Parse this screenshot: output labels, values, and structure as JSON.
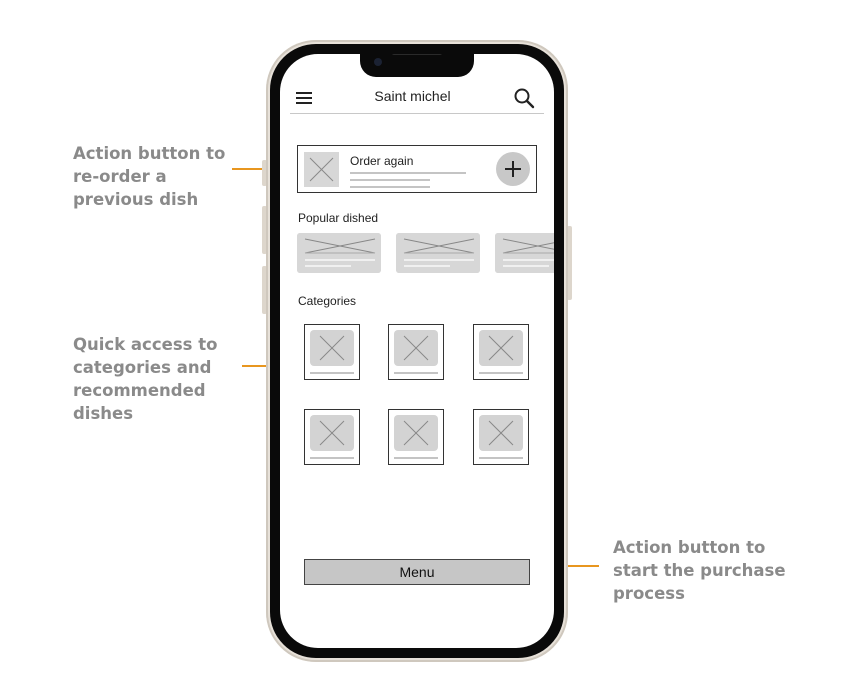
{
  "annotations": {
    "reorder": "Action button to\nre-order a\nprevious dish",
    "categories": "Quick access to\ncategories and\nrecommended\ndishes",
    "purchase": "Action button to\nstart the purchase\nprocess"
  },
  "colors": {
    "annotation_text": "#8a8a8a",
    "arrow": "#e8961f",
    "placeholder": "#d7d7d7",
    "menu_button": "#c6c6c6"
  },
  "app": {
    "title": "Saint michel",
    "icons": {
      "menu": "hamburger-icon",
      "search": "search-icon",
      "add": "plus-icon"
    },
    "order_again": {
      "title": "Order again"
    },
    "popular": {
      "title": "Popular dished"
    },
    "categories": {
      "title": "Categories"
    },
    "menu_button": "Menu"
  }
}
